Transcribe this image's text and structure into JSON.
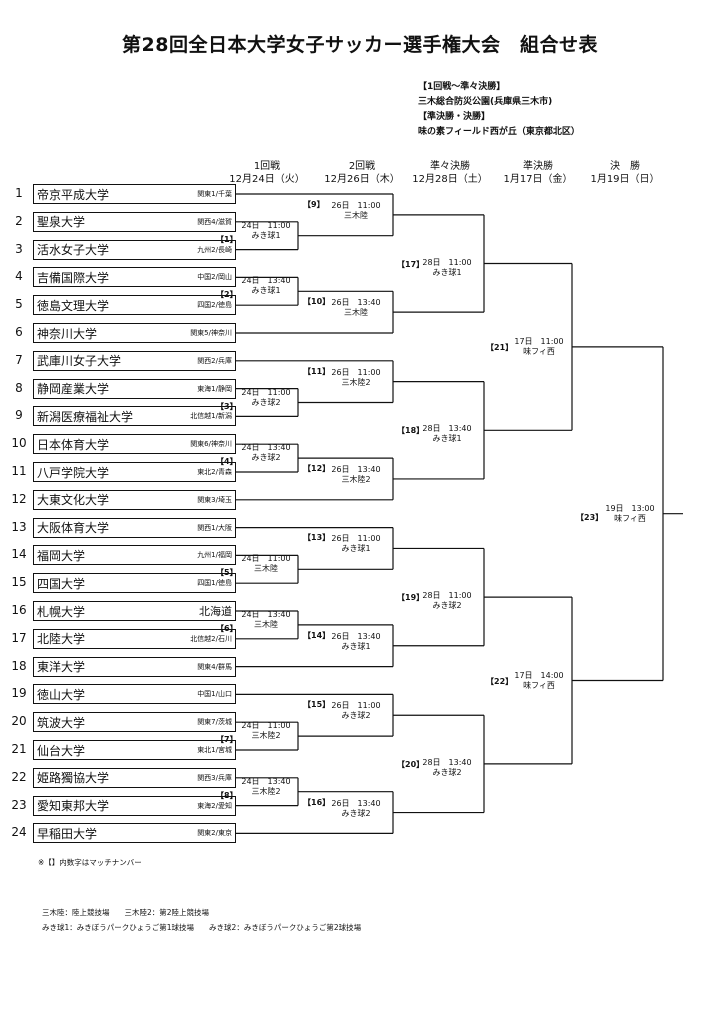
{
  "title": "第28回全日本大学女子サッカー選手権大会　組合せ表",
  "venues": [
    "【1回戦～準々決勝】",
    "三木総合防災公園(兵庫県三木市)",
    "【準決勝・決勝】",
    "味の素フィールド西が丘（東京都北区）"
  ],
  "round_headers": [
    {
      "round": "1回戦",
      "date": "12月24日（火）"
    },
    {
      "round": "2回戦",
      "date": "12月26日（木）"
    },
    {
      "round": "準々決勝",
      "date": "12月28日（土）"
    },
    {
      "round": "準決勝",
      "date": "1月17日（金）"
    },
    {
      "round": "決　勝",
      "date": "1月19日（日）"
    }
  ],
  "teams": [
    {
      "seed": "1",
      "name": "帝京平成大学",
      "qual": "関東1/千葉"
    },
    {
      "seed": "2",
      "name": "聖泉大学",
      "qual": "関西4/滋賀"
    },
    {
      "seed": "3",
      "name": "活水女子大学",
      "qual": "九州2/長崎"
    },
    {
      "seed": "4",
      "name": "吉備国際大学",
      "qual": "中国2/岡山"
    },
    {
      "seed": "5",
      "name": "徳島文理大学",
      "qual": "四国2/徳島"
    },
    {
      "seed": "6",
      "name": "神奈川大学",
      "qual": "関東5/神奈川"
    },
    {
      "seed": "7",
      "name": "武庫川女子大学",
      "qual": "関西2/兵庫"
    },
    {
      "seed": "8",
      "name": "静岡産業大学",
      "qual": "東海1/静岡"
    },
    {
      "seed": "9",
      "name": "新潟医療福祉大学",
      "qual": "北信越1/新潟"
    },
    {
      "seed": "10",
      "name": "日本体育大学",
      "qual": "関東6/神奈川"
    },
    {
      "seed": "11",
      "name": "八戸学院大学",
      "qual": "東北2/青森"
    },
    {
      "seed": "12",
      "name": "大東文化大学",
      "qual": "関東3/埼玉"
    },
    {
      "seed": "13",
      "name": "大阪体育大学",
      "qual": "関西1/大阪"
    },
    {
      "seed": "14",
      "name": "福岡大学",
      "qual": "九州1/福岡"
    },
    {
      "seed": "15",
      "name": "四国大学",
      "qual": "四国1/徳島"
    },
    {
      "seed": "16",
      "name": "札幌大学",
      "qual": "北海道"
    },
    {
      "seed": "17",
      "name": "北陸大学",
      "qual": "北信越2/石川"
    },
    {
      "seed": "18",
      "name": "東洋大学",
      "qual": "関東4/群馬"
    },
    {
      "seed": "19",
      "name": "徳山大学",
      "qual": "中国1/山口"
    },
    {
      "seed": "20",
      "name": "筑波大学",
      "qual": "関東7/茨城"
    },
    {
      "seed": "21",
      "name": "仙台大学",
      "qual": "東北1/宮城"
    },
    {
      "seed": "22",
      "name": "姫路獨協大学",
      "qual": "関西3/兵庫"
    },
    {
      "seed": "23",
      "name": "愛知東邦大学",
      "qual": "東海2/愛知"
    },
    {
      "seed": "24",
      "name": "早稲田大学",
      "qual": "関東2/東京"
    }
  ],
  "matches": [
    {
      "no": "【1】",
      "time": "24日　11:00",
      "venue": "みき球1"
    },
    {
      "no": "【2】",
      "time": "24日　13:40",
      "venue": "みき球1"
    },
    {
      "no": "【3】",
      "time": "24日　11:00",
      "venue": "みき球2"
    },
    {
      "no": "【4】",
      "time": "24日　13:40",
      "venue": "みき球2"
    },
    {
      "no": "【5】",
      "time": "24日　11:00",
      "venue": "三木陸"
    },
    {
      "no": "【6】",
      "time": "24日　13:40",
      "venue": "三木陸"
    },
    {
      "no": "【7】",
      "time": "24日　11:00",
      "venue": "三木陸2"
    },
    {
      "no": "【8】",
      "time": "24日　13:40",
      "venue": "三木陸2"
    },
    {
      "no": "【9】",
      "time": "26日　11:00",
      "venue": "三木陸"
    },
    {
      "no": "【10】",
      "time": "26日　13:40",
      "venue": "三木陸"
    },
    {
      "no": "【11】",
      "time": "26日　11:00",
      "venue": "三木陸2"
    },
    {
      "no": "【12】",
      "time": "26日　13:40",
      "venue": "三木陸2"
    },
    {
      "no": "【13】",
      "time": "26日　11:00",
      "venue": "みき球1"
    },
    {
      "no": "【14】",
      "time": "26日　13:40",
      "venue": "みき球1"
    },
    {
      "no": "【15】",
      "time": "26日　11:00",
      "venue": "みき球2"
    },
    {
      "no": "【16】",
      "time": "26日　13:40",
      "venue": "みき球2"
    },
    {
      "no": "【17】",
      "time": "28日　11:00",
      "venue": "みき球1"
    },
    {
      "no": "【18】",
      "time": "28日　13:40",
      "venue": "みき球1"
    },
    {
      "no": "【19】",
      "time": "28日　11:00",
      "venue": "みき球2"
    },
    {
      "no": "【20】",
      "time": "28日　13:40",
      "venue": "みき球2"
    },
    {
      "no": "【21】",
      "time": "17日　11:00",
      "venue": "味フィ西"
    },
    {
      "no": "【22】",
      "time": "17日　14:00",
      "venue": "味フィ西"
    },
    {
      "no": "【23】",
      "time": "19日　13:00",
      "venue": "味フィ西"
    }
  ],
  "notes": {
    "match_number_note": "※【】内数字はマッチナンバー",
    "legend_line1": "三木陸：陸上競技場　　三木陸2：第2陸上競技場",
    "legend_line2": "みき球1：みきぼうパークひょうご第1球技場　　みき球2：みきぼうパークひょうご第2球技場"
  }
}
